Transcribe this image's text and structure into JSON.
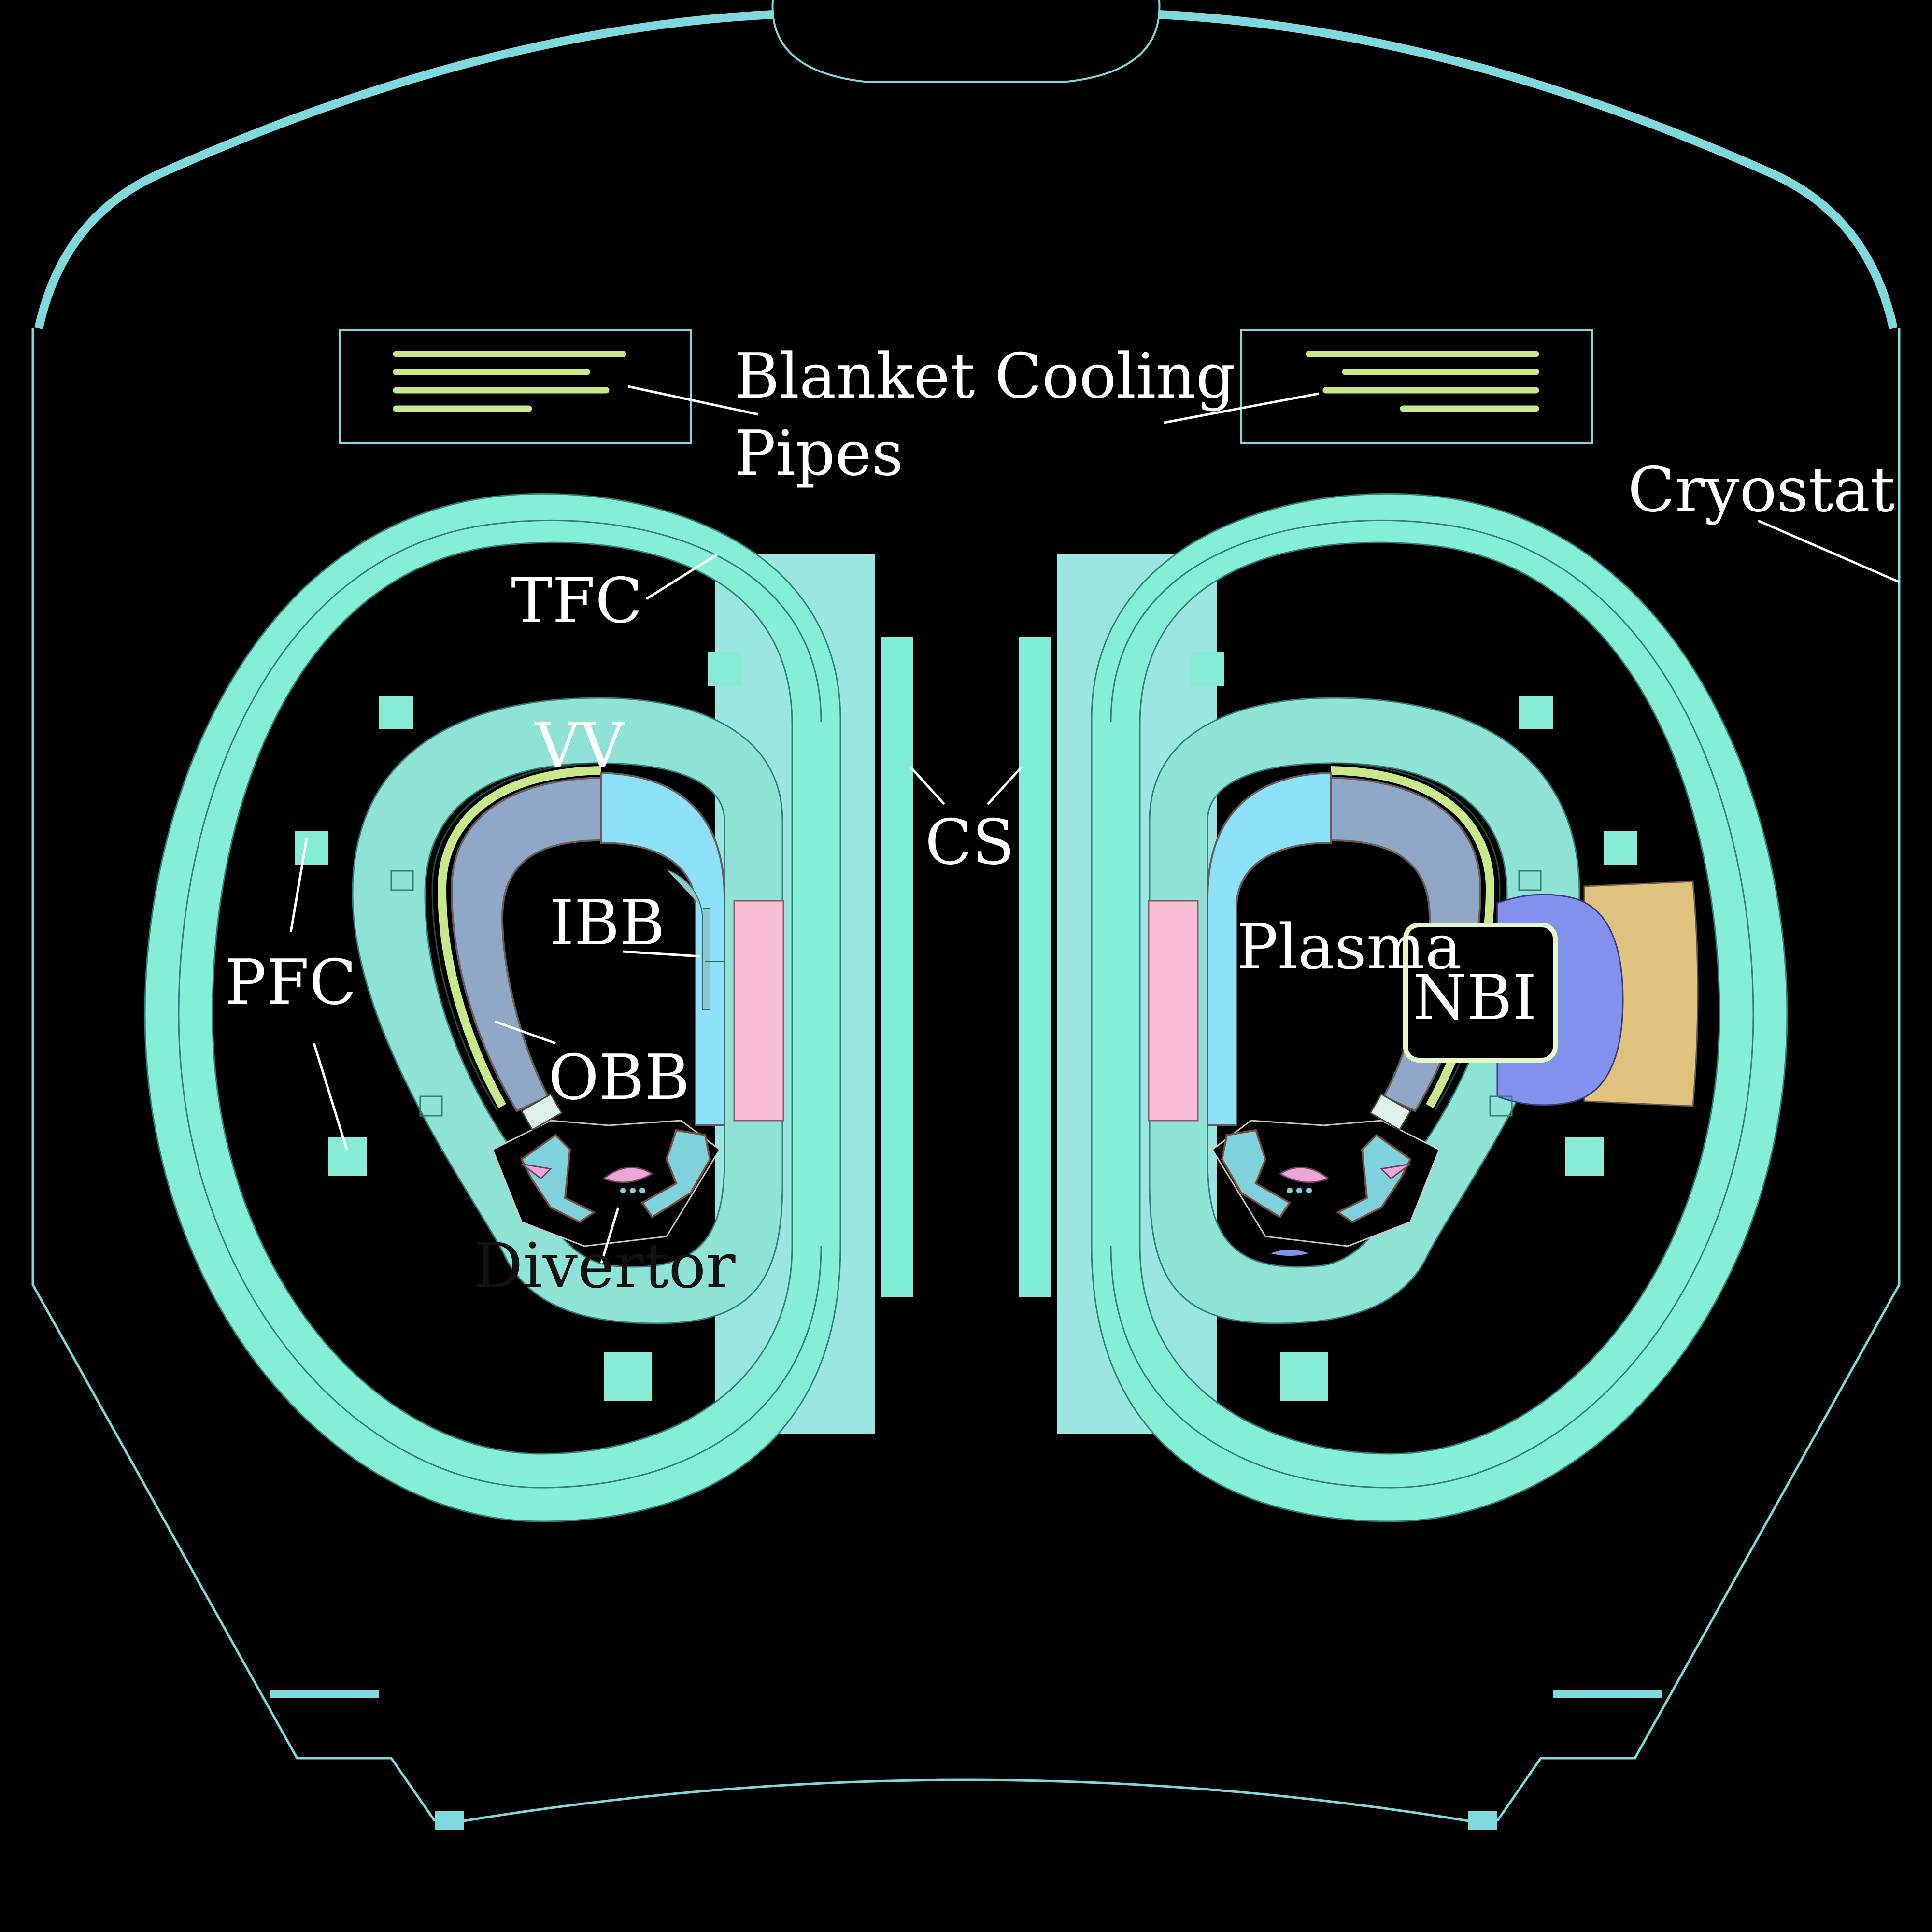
{
  "labels": {
    "blanket_cooling_line1": "Blanket Cooling",
    "blanket_cooling_line2": "Pipes",
    "cryostat": "Cryostat",
    "tfc": "TFC",
    "vv": "VV",
    "cs": "CS",
    "ibb": "IBB",
    "pfc": "PFC",
    "obb": "OBB",
    "divertor": "Divertor",
    "plasma": "Plasma",
    "nbi": "NBI"
  },
  "colors": {
    "background": "#000000",
    "cryostat_outline": "#7fd9dc",
    "tf_coil": "#85eed6",
    "tf_coil_edge": "#9be6e0",
    "vacuum_vessel": "#8fe2d6",
    "central_solenoid": "#80edd6",
    "pf_coil": "#86ecd5",
    "inboard_blanket": "#8ce0f8",
    "outboard_blanket": "#90a8c8",
    "blanket_layer": "#c8e88a",
    "pink_shield": "#f7bcd6",
    "nbi_duct": "#8191ed",
    "nbi_port": "#dfc27e",
    "cooling_pipe": "#c8e88a",
    "label_text": "#ffffff"
  }
}
